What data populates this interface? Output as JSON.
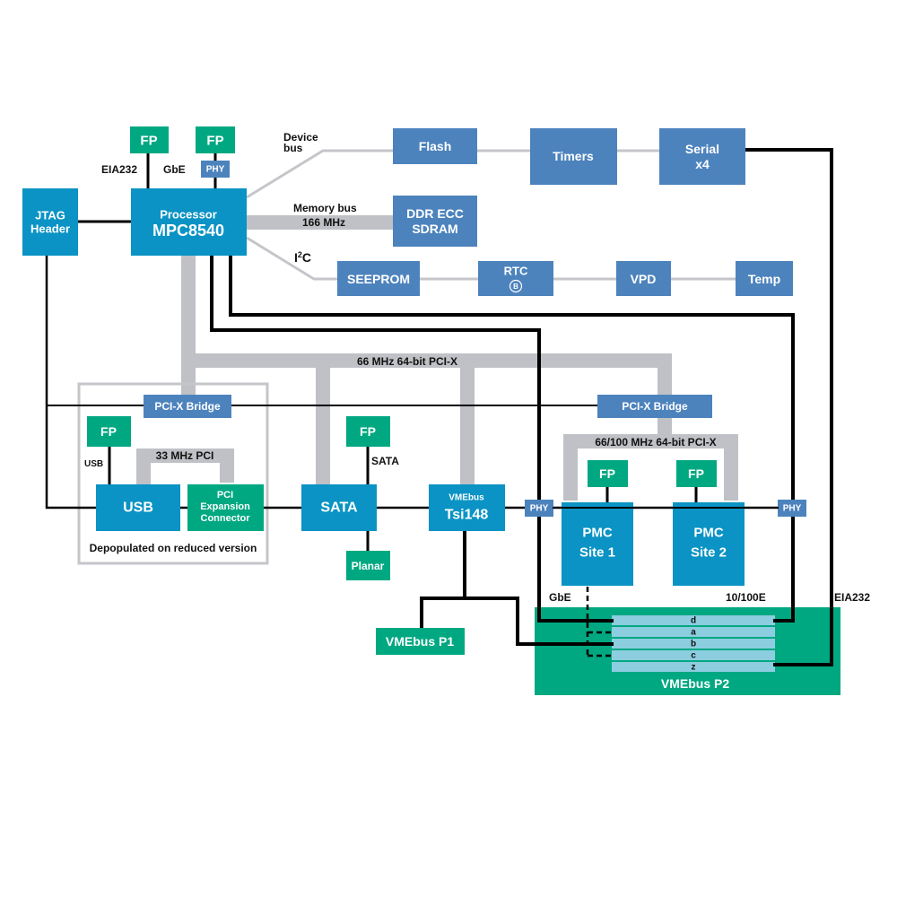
{
  "colors": {
    "primary_block": "#0a93c4",
    "peripheral_block": "#4d83bd",
    "connector_block": "#00a881",
    "bus_gray": "#bfc1c6",
    "p2_pin_row": "#8ccde0",
    "trace_black": "#000000"
  },
  "blocks": {
    "processor": {
      "line1": "Processor",
      "line2": "MPC8540"
    },
    "jtag": {
      "line1": "JTAG",
      "line2": "Header"
    },
    "fp_eia232": {
      "label": "FP"
    },
    "fp_gbe": {
      "label": "FP"
    },
    "phy_top": {
      "label": "PHY"
    },
    "flash": {
      "label": "Flash"
    },
    "timers": {
      "label": "Timers"
    },
    "serial": {
      "line1": "Serial",
      "line2": "x4"
    },
    "ddr": {
      "line1": "DDR ECC",
      "line2": "SDRAM"
    },
    "seeprom": {
      "label": "SEEPROM"
    },
    "rtc": {
      "label": "RTC",
      "badge": "B"
    },
    "vpd": {
      "label": "VPD"
    },
    "temp": {
      "label": "Temp"
    },
    "pcix_bridge_left": {
      "label": "PCI-X Bridge"
    },
    "pcix_bridge_right": {
      "label": "PCI-X Bridge"
    },
    "fp_usb": {
      "label": "FP"
    },
    "usb": {
      "label": "USB"
    },
    "pci_expansion": {
      "line1": "PCI",
      "line2": "Expansion",
      "line3": "Connector"
    },
    "fp_sata": {
      "label": "FP"
    },
    "sata": {
      "label": "SATA"
    },
    "planar": {
      "label": "Planar"
    },
    "vmebus_bridge": {
      "line1": "VMEbus",
      "line2": "Tsi148"
    },
    "phy_left": {
      "label": "PHY"
    },
    "phy_right": {
      "label": "PHY"
    },
    "fp_pmc1": {
      "label": "FP"
    },
    "fp_pmc2": {
      "label": "FP"
    },
    "pmc1": {
      "line1": "PMC",
      "line2": "Site 1"
    },
    "pmc2": {
      "line1": "PMC",
      "line2": "Site 2"
    },
    "vmebus_p1": {
      "label": "VMEbus P1"
    },
    "vmebus_p2": {
      "label": "VMEbus P2",
      "rows": [
        "d",
        "a",
        "b",
        "c",
        "z"
      ]
    }
  },
  "labels": {
    "eia232_top": "EIA232",
    "gbe_top": "GbE",
    "device_bus_line1": "Device",
    "device_bus_line2": "bus",
    "memory_bus_line1": "Memory bus",
    "memory_bus_line2": "166 MHz",
    "i2c_main": "I",
    "i2c_sup": "2",
    "i2c_tail": "C",
    "pcix_main": "66 MHz 64-bit PCI-X",
    "pci_33": "33 MHz PCI",
    "pcix_pmc": "66/100 MHz 64-bit PCI-X",
    "usb_link": "USB",
    "sata_link": "SATA",
    "depopulated": "Depopulated on reduced version",
    "gbe_bottom": "GbE",
    "ethernet_bottom": "10/100E",
    "eia232_bottom": "EIA232"
  }
}
